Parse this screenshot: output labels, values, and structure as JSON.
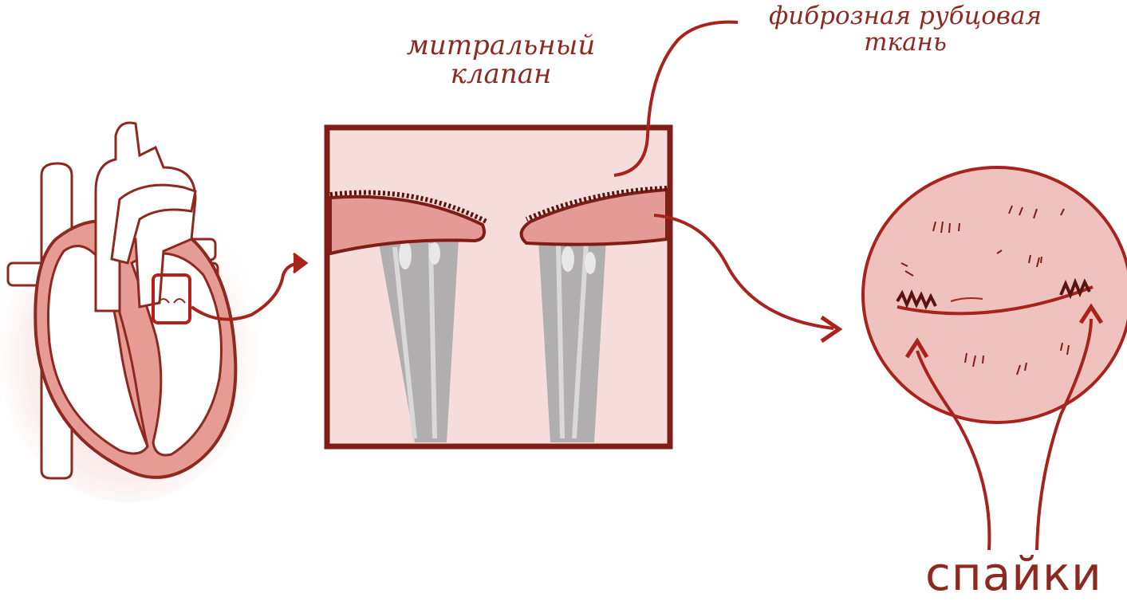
{
  "labels": {
    "mitral_valve_line1": "митральный",
    "mitral_valve_line2": "клапан",
    "fibrous_line1": "фиброзная рубцовая",
    "fibrous_line2": "ткань",
    "adhesions": "спайки"
  },
  "colors": {
    "accent": "#a8231b",
    "outline": "#8c2a22",
    "tissue_light": "#f5d2cf",
    "tissue_mid": "#e8a29c",
    "chordae_gray": "#a9a9a9"
  }
}
